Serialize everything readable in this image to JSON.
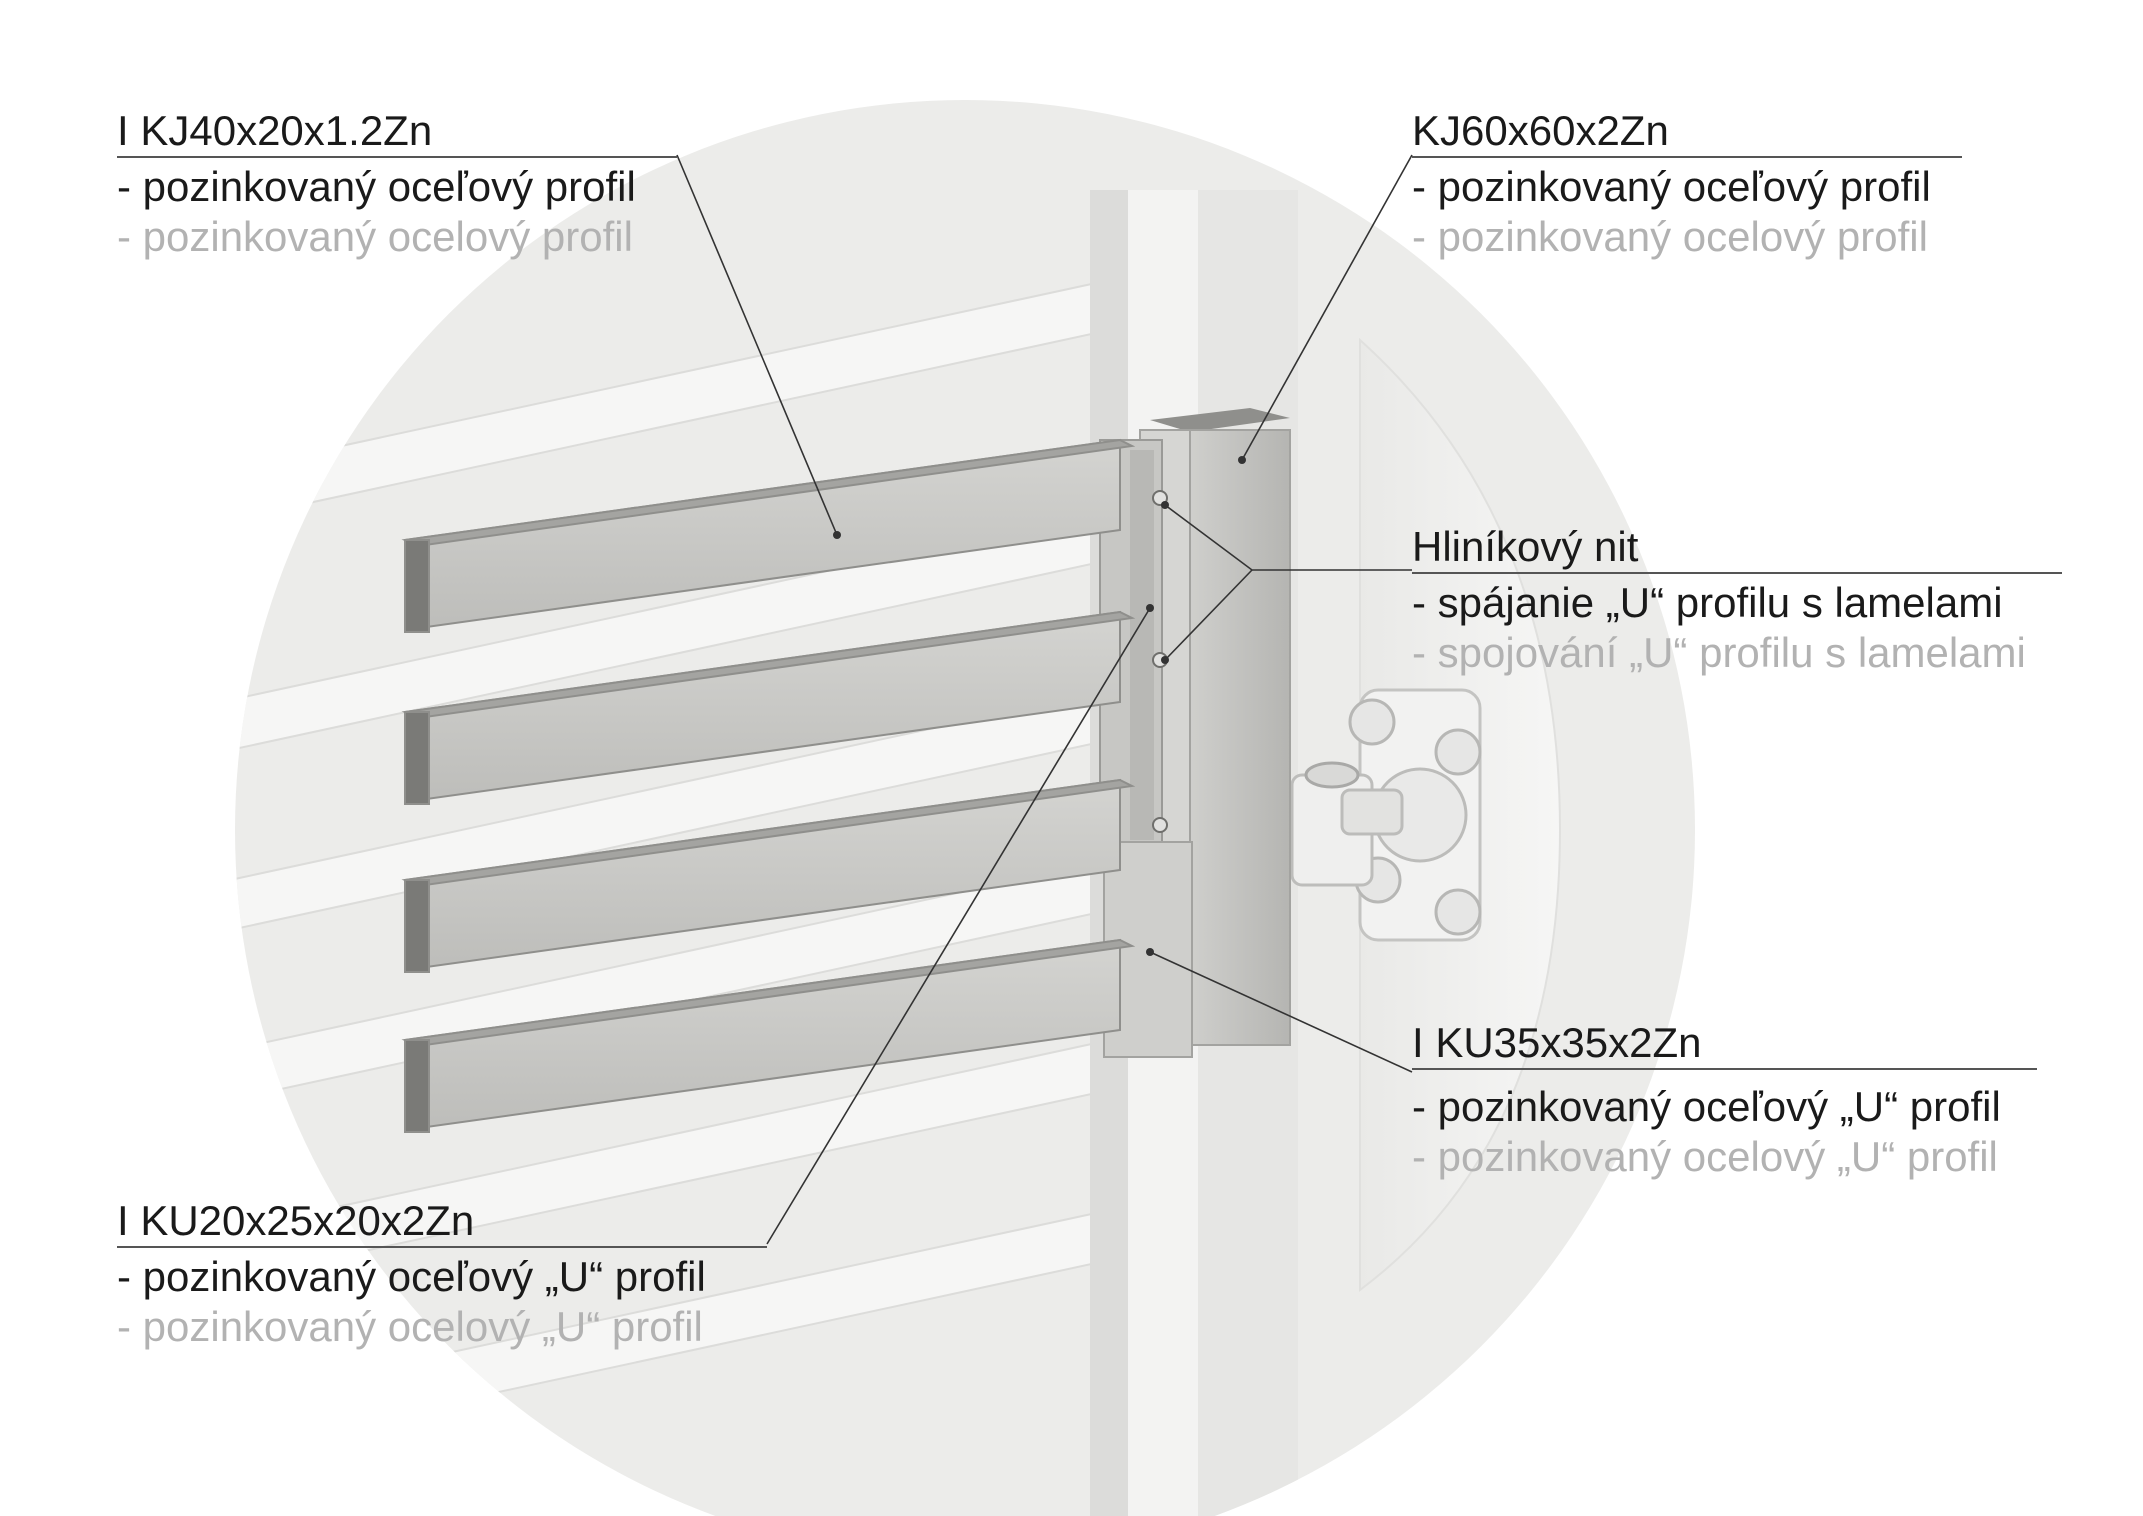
{
  "labels": {
    "lamella": {
      "title": "I KJ40x20x1.2Zn",
      "line_sk": "- pozinkovaný oceľový profil",
      "line_cz": "- pozinkovaný ocelový profil"
    },
    "post": {
      "title": "KJ60x60x2Zn",
      "line_sk": "- pozinkovaný oceľový profil",
      "line_cz": "- pozinkovaný ocelový profil"
    },
    "rivet": {
      "title": "Hliníkový nit",
      "line_sk": "- spájanie „U“ profilu s lamelami",
      "line_cz": "- spojování „U“ profilu s lamelami"
    },
    "u_profile_35": {
      "title": "I KU35x35x2Zn",
      "line_sk": "- pozinkovaný oceľový „U“ profil",
      "line_cz": "- pozinkovaný ocelový „U“ profil"
    },
    "u_profile_20": {
      "title": "I KU20x25x20x2Zn",
      "line_sk": "- pozinkovaný oceľový „U“ profil",
      "line_cz": "- pozinkovaný ocelový „U“ profil"
    }
  },
  "colors": {
    "sk_text": "#1a1a1a",
    "cz_text": "#b2b2b2",
    "leader": "#333333",
    "steel": "#c9c9c6",
    "background_lamella": "#f1f1ef"
  }
}
